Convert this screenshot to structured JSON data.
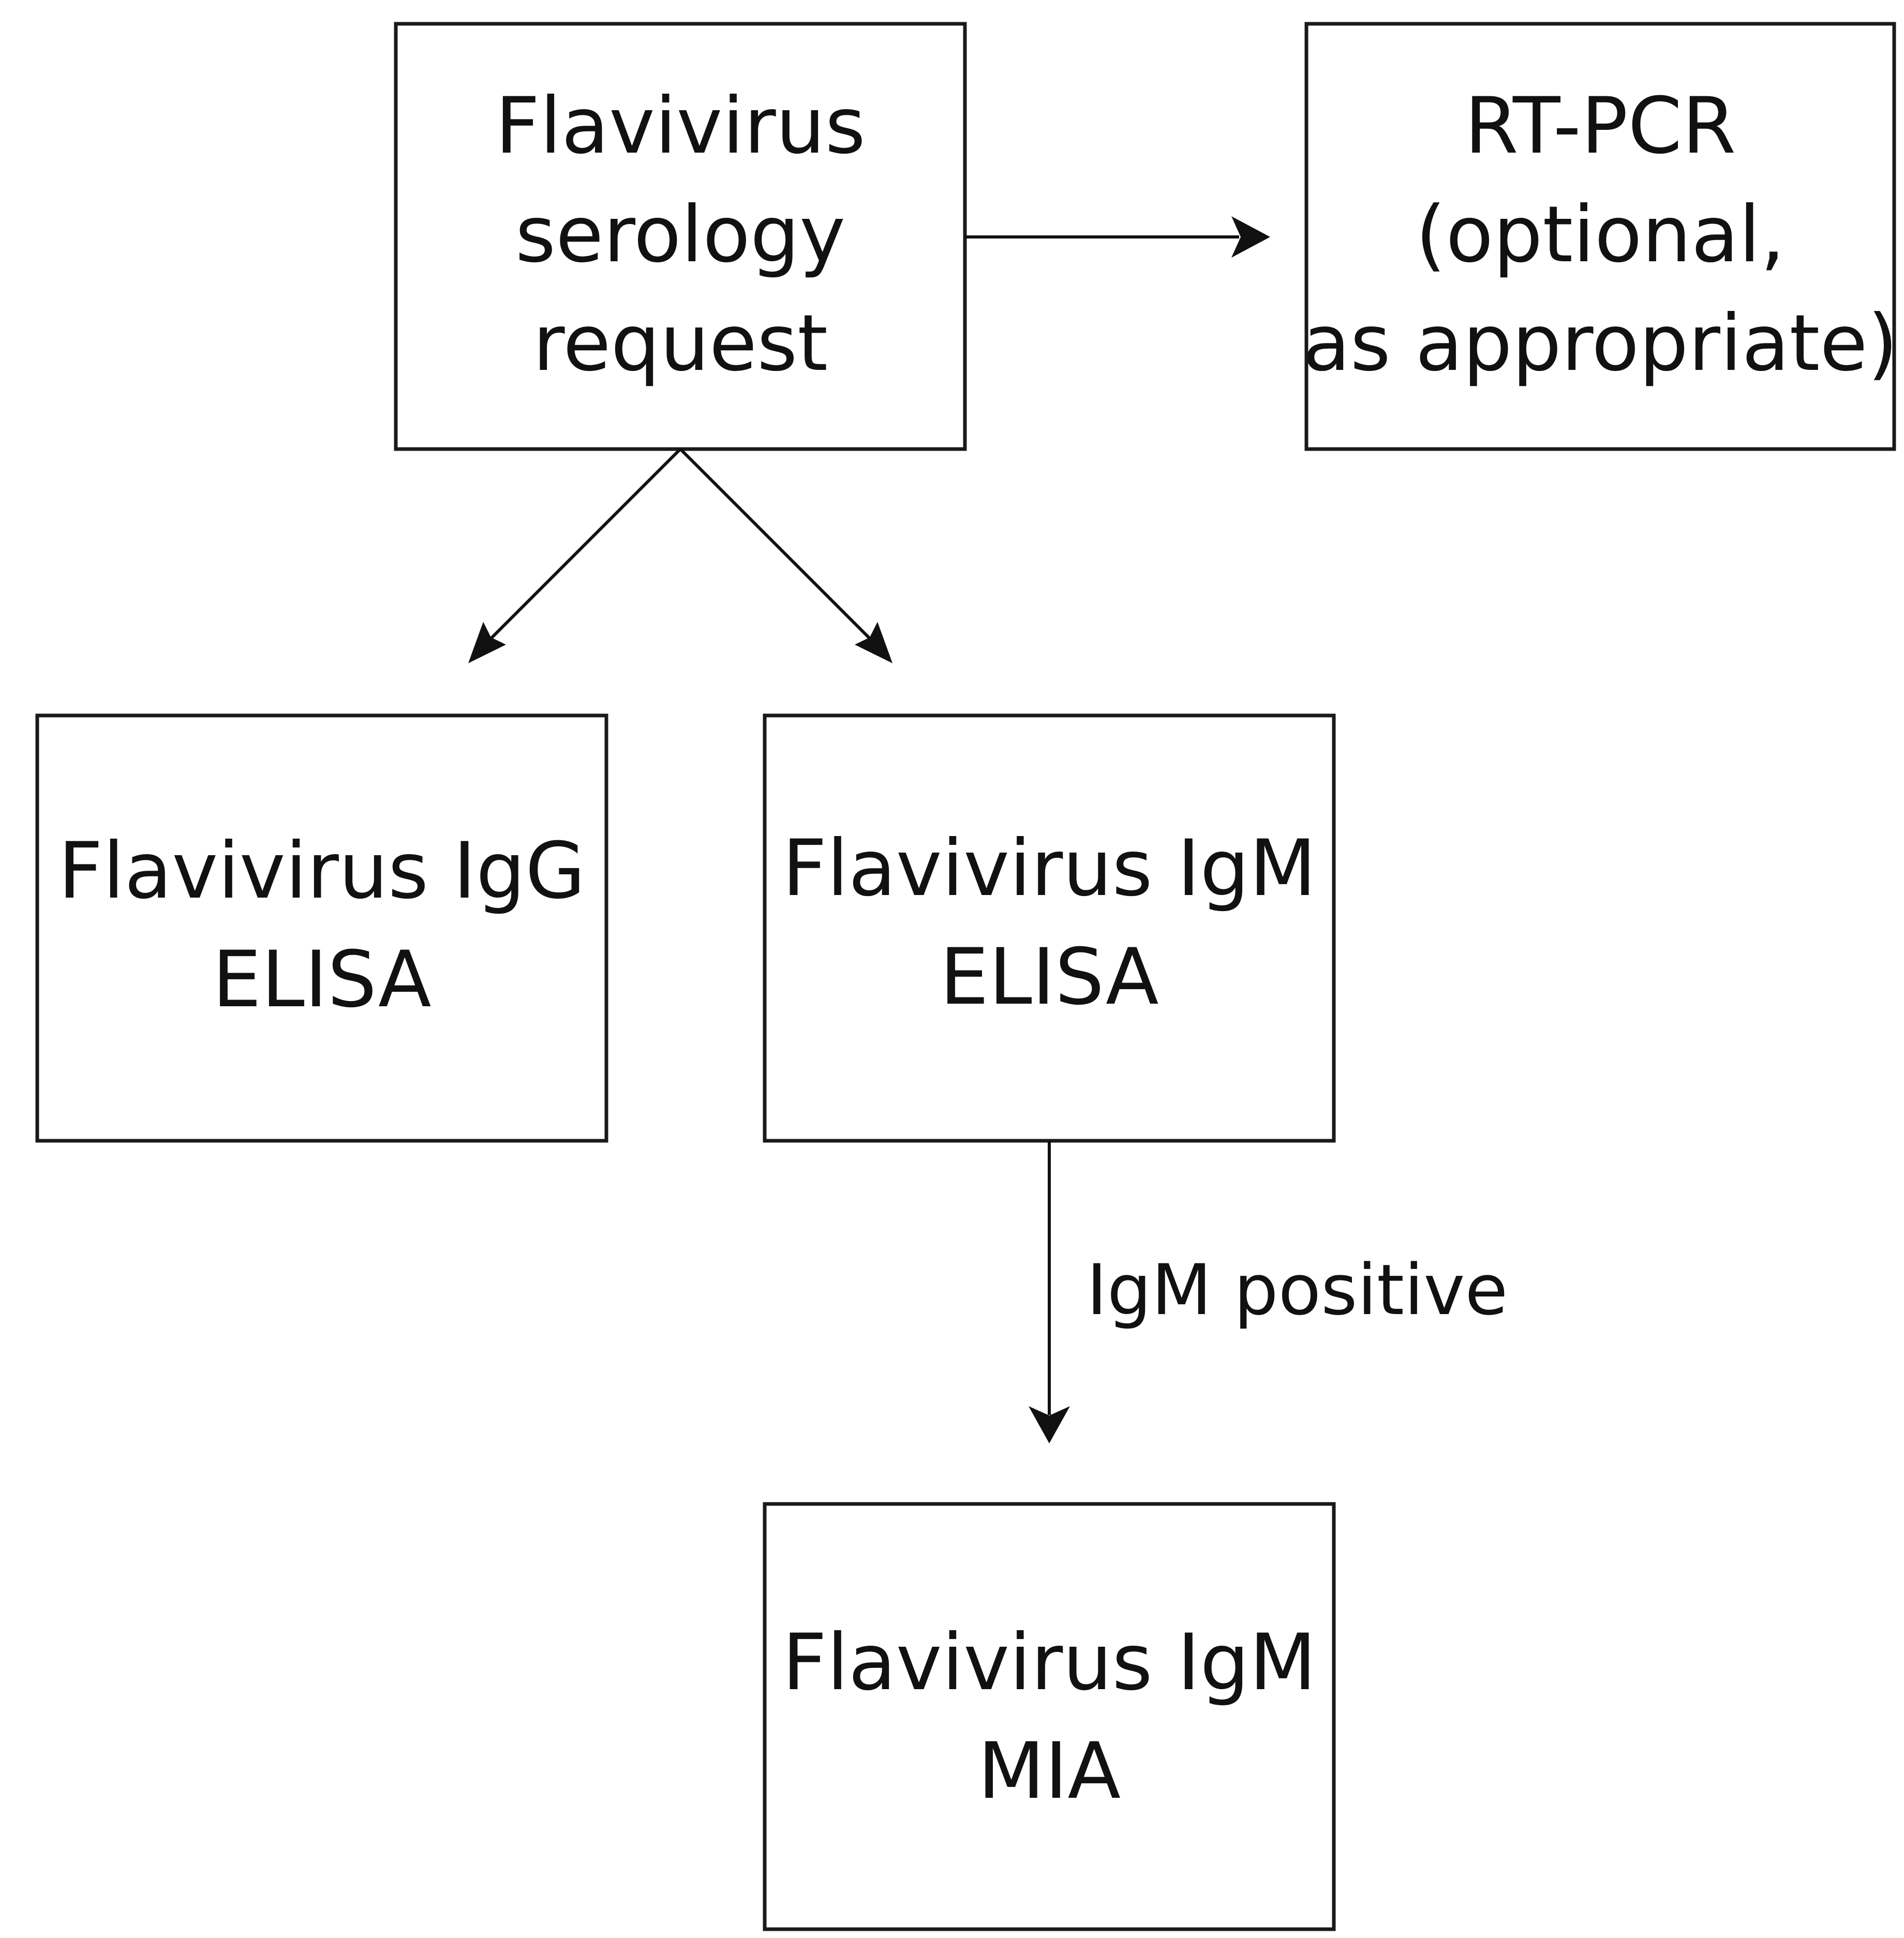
{
  "nodes": {
    "serology_request": {
      "lines": [
        "Flavivirus",
        "serology",
        "request"
      ]
    },
    "rt_pcr": {
      "lines": [
        "RT-PCR",
        "(optional,",
        "as appropriate)"
      ]
    },
    "igg_elisa": {
      "lines": [
        "Flavivirus IgG",
        "ELISA"
      ]
    },
    "igm_elisa": {
      "lines": [
        "Flavivirus IgM",
        "ELISA"
      ]
    },
    "igm_mia": {
      "lines": [
        "Flavivirus IgM",
        "MIA"
      ]
    }
  },
  "edges": {
    "elisa_to_mia_label": "IgM positive"
  }
}
